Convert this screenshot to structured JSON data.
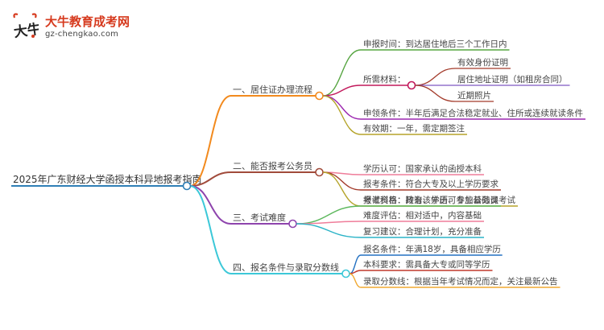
{
  "logo": {
    "name": "大牛教育成考网",
    "url": "gz-chengkao.com",
    "mark_text": "大牛"
  },
  "mindmap": {
    "root": "2025年广东财经大学函授本科异地报考指南",
    "branches": [
      {
        "label": "一、居住证办理流程",
        "color": "#f28a1e",
        "children": [
          {
            "label": "申报时间：到达居住地后三个工作日内",
            "color": "#56a541",
            "children": []
          },
          {
            "label": "所需材料：",
            "color": "#c2185b",
            "children": [
              {
                "label": "有效身份证明",
                "color": "#a33a2a"
              },
              {
                "label": "居住地址证明（如租房合同）",
                "color": "#7e57c2"
              },
              {
                "label": "近期照片",
                "color": "#a33a2a"
              }
            ]
          },
          {
            "label": "申领条件：半年后满足合法稳定就业、住所或连续就读条件",
            "color": "#9c27b0",
            "children": []
          },
          {
            "label": "有效期：一年，需定期签注",
            "color": "#b5a42a",
            "children": []
          }
        ]
      },
      {
        "label": "二、能否报考公务员",
        "color": "#a14b3b",
        "children": [
          {
            "label": "学历认可：国家承认的函授本科",
            "color": "#ef7d9a",
            "children": []
          },
          {
            "label": "报考条件：符合大专及以上学历要求",
            "color": "#a33a2a",
            "children": []
          },
          {
            "label": "报考资格：持有该学历可参加公务员考试",
            "color": "#b5a42a",
            "children": []
          }
        ]
      },
      {
        "label": "三、考试难度",
        "color": "#8e44ad",
        "children": [
          {
            "label": "考试科目：政治、外语、专业基础课",
            "color": "#5cb85c",
            "children": []
          },
          {
            "label": "难度评估：相对适中，内容基础",
            "color": "#ef7d9a",
            "children": []
          },
          {
            "label": "复习建议：合理计划，充分准备",
            "color": "#2ab3c7",
            "children": []
          }
        ]
      },
      {
        "label": "四、报名条件与录取分数线",
        "color": "#3cc8d8",
        "children": [
          {
            "label": "报名条件：年满18岁，具备相应学历",
            "color": "#2471c2",
            "children": []
          },
          {
            "label": "本科要求：需具备大专或同等学历",
            "color": "#c0392b",
            "children": []
          },
          {
            "label": "录取分数线：根据当年考试情况而定，关注最新公告",
            "color": "#f0a830",
            "children": []
          }
        ]
      }
    ]
  }
}
